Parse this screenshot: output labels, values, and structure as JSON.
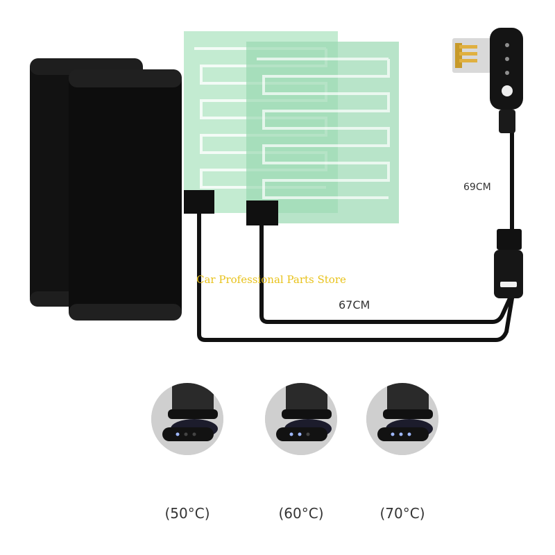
{
  "labels": {
    "cable_length_switch": "69CM",
    "cable_length_pads": "67CM",
    "watermark": "Car Professional Parts Store"
  },
  "temperature_levels": [
    {
      "label": "(50°C)",
      "lit_dots": 1
    },
    {
      "label": "(60°C)",
      "lit_dots": 2
    },
    {
      "label": "(70°C)",
      "lit_dots": 3
    }
  ],
  "colors": {
    "sleeve": "#0d0d0d",
    "heating_film": "#a9e2bf",
    "indicator": "#7fa8ff"
  }
}
